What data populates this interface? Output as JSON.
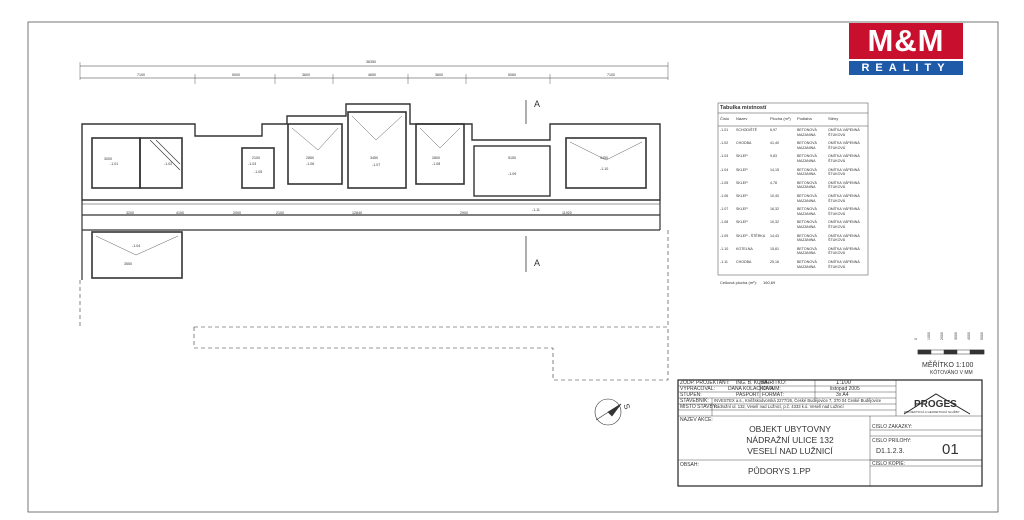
{
  "logo": {
    "primary": "M&M",
    "secondary": "REALITY",
    "brand_red": "#c8102e",
    "brand_blue": "#1f5aa8"
  },
  "plan": {
    "overall_dim": "36350",
    "top_dims": [
      "7100",
      "5000",
      "3600",
      "4650",
      "3600",
      "5060",
      "7100"
    ],
    "section_mark": "A",
    "rooms": [
      {
        "id": "-1.01",
        "w": "3000"
      },
      {
        "id": "-1.02",
        "w": ""
      },
      {
        "id": "-1.03",
        "w": "2100"
      },
      {
        "id": "-1.04",
        "w": "3550"
      },
      {
        "id": "-1.05",
        "w": "2100"
      },
      {
        "id": "-1.06",
        "w": "2850"
      },
      {
        "id": "-1.07",
        "w": "3450"
      },
      {
        "id": "-1.08",
        "w": "2800"
      },
      {
        "id": "-1.09",
        "w": "5150"
      },
      {
        "id": "-1.10",
        "w": "3450"
      },
      {
        "id": "-1.11",
        "w": ""
      }
    ],
    "corridor_dims": [
      "3200",
      "4100",
      "2000",
      "2100",
      "12840",
      "2900",
      "11920"
    ]
  },
  "room_table": {
    "title": "Tabulka místností",
    "headers": [
      "Číslo",
      "Název",
      "Plocha (m²)",
      "Podlaha",
      "Stěny"
    ],
    "rows": [
      [
        "-1.01",
        "SCHODIŠTĚ",
        "6,97",
        "BETONOVÁ MAZANINA",
        "OMÍTKA VÁPENNÁ ŠTUKOVÁ"
      ],
      [
        "-1.02",
        "CHODBA",
        "41,40",
        "BETONOVÁ MAZANINA",
        "OMÍTKA VÁPENNÁ ŠTUKOVÁ"
      ],
      [
        "-1.03",
        "SKLEP",
        "9,83",
        "BETONOVÁ MAZANINA",
        "OMÍTKA VÁPENNÁ ŠTUKOVÁ"
      ],
      [
        "-1.04",
        "SKLEP",
        "14,15",
        "BETONOVÁ MAZANINA",
        "OMÍTKA VÁPENNÁ ŠTUKOVÁ"
      ],
      [
        "-1.05",
        "SKLEP",
        "4,78",
        "BETONOVÁ MAZANINA",
        "OMÍTKA VÁPENNÁ ŠTUKOVÁ"
      ],
      [
        "-1.06",
        "SKLEP",
        "10,40",
        "BETONOVÁ MAZANINA",
        "OMÍTKA VÁPENNÁ ŠTUKOVÁ"
      ],
      [
        "-1.07",
        "SKLEP",
        "16,32",
        "BETONOVÁ MAZANINA",
        "OMÍTKA VÁPENNÁ ŠTUKOVÁ"
      ],
      [
        "-1.08",
        "SKLEP",
        "10,32",
        "BETONOVÁ MAZANINA",
        "OMÍTKA VÁPENNÁ ŠTUKOVÁ"
      ],
      [
        "-1.09",
        "SKLEP - ŠTĚRKA",
        "14,43",
        "BETONOVÁ MAZANINA",
        "OMÍTKA VÁPENNÁ ŠTUKOVÁ"
      ],
      [
        "-1.10",
        "KOTELNA",
        "15,81",
        "BETONOVÁ MAZANINA",
        "OMÍTKA VÁPENNÁ ŠTUKOVÁ"
      ],
      [
        "-1.11",
        "CHODBA",
        "25,16",
        "BETONOVÁ MAZANINA",
        "OMÍTKA VÁPENNÁ ŠTUKOVÁ"
      ]
    ],
    "total_label": "Celková plocha (m²):",
    "total_value": "160,69"
  },
  "scale": {
    "ticks": [
      "0",
      "1000",
      "2000",
      "3000",
      "4000",
      "5000"
    ],
    "label": "MĚŘÍTKO 1:100",
    "sublabel": "KÓTOVÁNO V MM"
  },
  "north": "S",
  "title_block": {
    "zodp_label": "ZODP. PROJEKTANT:",
    "zodp_value": "ING. B. KUBÁT",
    "vyprac_label": "VYPRACOVAL:",
    "vyprac_value": "DANA KOLÁČKOVÁ",
    "stupen_label": "STUPEŇ:",
    "stupen_value": "PASPORT",
    "meritko_label": "MĚŘÍTKO:",
    "meritko_value": "1:100",
    "datum_label": "DATUM:",
    "datum_value": "listopad 2005",
    "format_label": "FORMÁT:",
    "format_value": "3x A4",
    "stavebnik_label": "STAVEBNÍK:",
    "stavebnik_value": "INVESTEX a.s., Kněžskodvorská 2277/26, České Budějovice 7, 370 04 České Budějovice",
    "misto_label": "MÍSTO STAVBY:",
    "misto_value": "Nádražní ul. 132, Veselí nad Lužnicí, p.č. 4333 k.ú. Veselí nad Lužnicí",
    "nazev_label": "NÁZEV AKCE:",
    "nazev_lines": [
      "OBJEKT UBYTOVNY",
      "NÁDRAŽNÍ ULICE 132",
      "VESELÍ NAD LUŽNICÍ"
    ],
    "obsah_label": "OBSAH:",
    "obsah_value": "PŮDORYS 1.PP",
    "firm_name": "PROGES",
    "firm_sub": "PROJEKTOVÁ A GEODETICKÁ SLUŽBY",
    "cislo_zakazky_label": "ČÍSLO ZAKÁZKY:",
    "cislo_prilohy_label": "ČÍSLO PŘÍLOHY:",
    "priloha_code": "D1.1.2.3.",
    "priloha_num": "01",
    "cislo_kopie_label": "ČÍSLO KOPIE:"
  }
}
